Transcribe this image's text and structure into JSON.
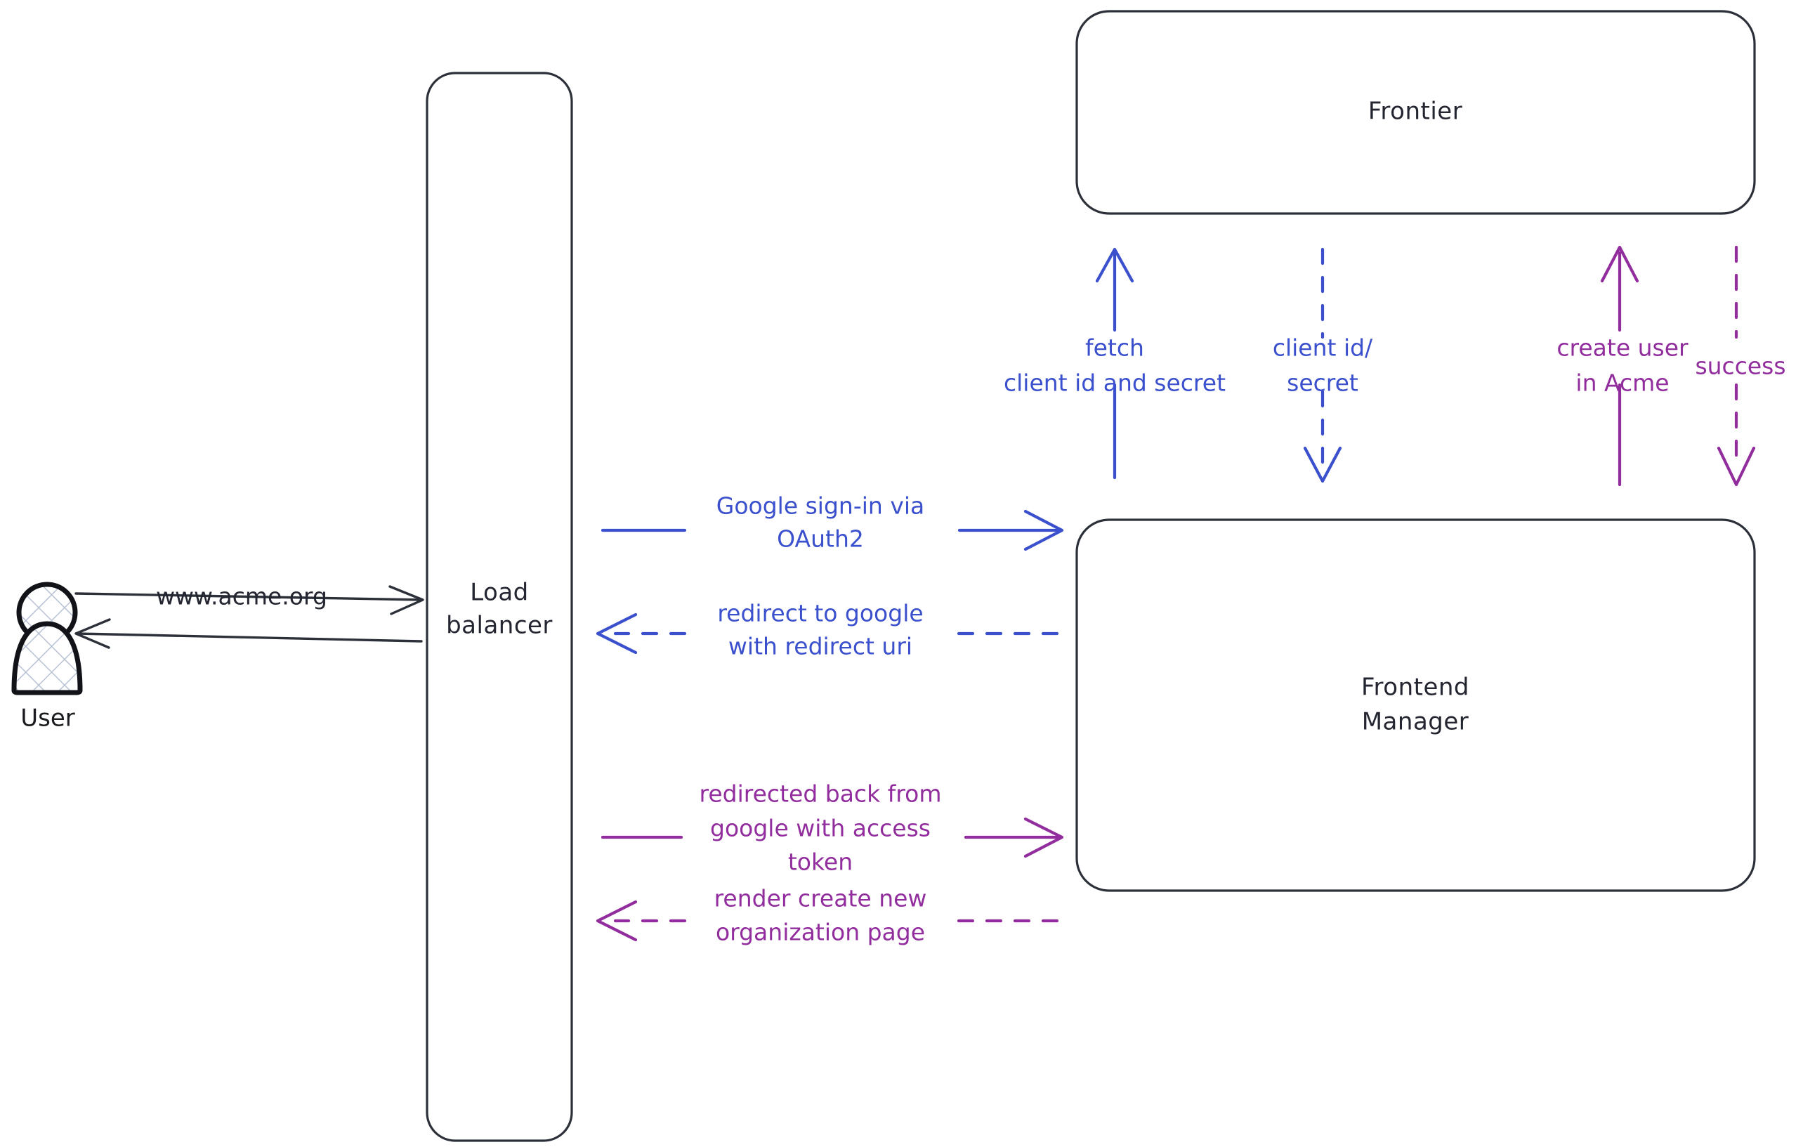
{
  "diagram": {
    "title": "Google OAuth2 sign-in sequence",
    "background": "#ffffff",
    "colors": {
      "node_stroke": "#2c3039",
      "blue": "#3a50cd",
      "purple": "#922d9e",
      "dark": "#232530",
      "hatch": "#b8c2d4"
    }
  },
  "actors": {
    "user": {
      "label": "User",
      "icon": "person-icon"
    }
  },
  "nodes": {
    "load_balancer": {
      "label_line1": "Load",
      "label_line2": "balancer"
    },
    "frontier": {
      "label": "Frontier"
    },
    "frontend_manager": {
      "label_line1": "Frontend",
      "label_line2": "Manager"
    }
  },
  "edges": {
    "user_to_lb": {
      "label": "www.acme.org",
      "style": "solid",
      "color": "#2c3039"
    },
    "lb_to_user": {
      "label": "",
      "style": "solid",
      "color": "#2c3039"
    },
    "lb_to_fm_signin": {
      "label_line1": "Google sign-in via",
      "label_line2": "OAuth2",
      "style": "solid",
      "color": "#3a50cd"
    },
    "fm_to_lb_redirect": {
      "label_line1": "redirect to google",
      "label_line2": "with redirect uri",
      "style": "dashed",
      "color": "#3a50cd"
    },
    "lb_to_fm_token": {
      "label_line1": "redirected back from",
      "label_line2": "google with access",
      "label_line3": "token",
      "style": "solid",
      "color": "#922d9e"
    },
    "fm_to_lb_render": {
      "label_line1": "render create new",
      "label_line2": "organization page",
      "style": "dashed",
      "color": "#922d9e"
    },
    "fm_to_frontier_fetch": {
      "label_line1": "fetch",
      "label_line2": "client id and secret",
      "style": "solid",
      "color": "#3a50cd"
    },
    "frontier_to_fm_creds": {
      "label_line1": "client id/",
      "label_line2": "secret",
      "style": "dashed",
      "color": "#3a50cd"
    },
    "fm_to_frontier_create": {
      "label_line1": "create user",
      "label_line2": "in Acme",
      "style": "solid",
      "color": "#922d9e"
    },
    "frontier_to_fm_success": {
      "label": "success",
      "style": "dashed",
      "color": "#922d9e"
    }
  }
}
